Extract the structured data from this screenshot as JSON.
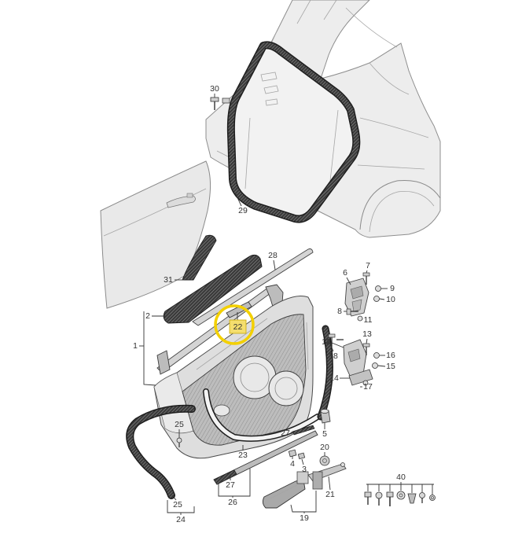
{
  "diagram": {
    "callouts": {
      "p30": "30",
      "p29": "29",
      "p28": "28",
      "p31": "31",
      "p2": "2",
      "p1": "1",
      "p22": "22",
      "p7": "7",
      "p6": "6",
      "p9": "9",
      "p10": "10",
      "p8": "8",
      "p11": "11",
      "p12": "12",
      "p13": "13",
      "p16": "16",
      "p15": "15",
      "p18": "18",
      "p14": "14",
      "p17": "17",
      "p25_upper": "25",
      "p27_upper": "27",
      "p5": "5",
      "p20": "20",
      "p4": "4",
      "p3": "3",
      "p23": "23",
      "p27_lower": "27",
      "p26": "26",
      "p21": "21",
      "p19": "19",
      "p40": "40",
      "p25_lower": "25",
      "p24": "24"
    }
  },
  "colors": {
    "highlight": "#f3d000",
    "highlight_fill": "#f4de6e",
    "ink": "#333333"
  }
}
